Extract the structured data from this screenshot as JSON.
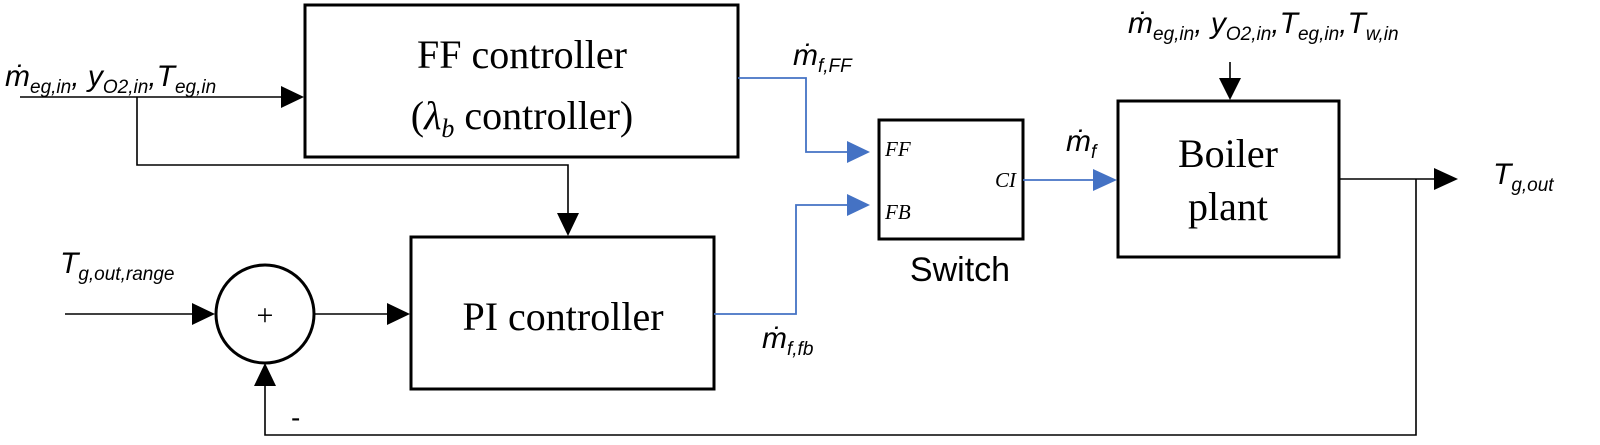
{
  "blocks": {
    "ff_controller": {
      "line1": "FF controller",
      "line2_open": "(",
      "line2_lambda": "λ",
      "line2_lambda_sub": "b",
      "line2_rest": " controller)"
    },
    "pi_controller": {
      "label": "PI controller"
    },
    "switch": {
      "label": "Switch",
      "port_ff": "FF",
      "port_fb": "FB",
      "port_out": "CI"
    },
    "boiler_plant": {
      "line1": "Boiler",
      "line2": "plant"
    },
    "summing_junction": {
      "symbol": "+",
      "minus_sign": "-"
    }
  },
  "signals": {
    "ff_inputs": {
      "m_dot": "ṁ",
      "m_sub": "eg,in",
      "sep1": ", ",
      "y": "y",
      "y_sub": "O2,in",
      "sep2": ",",
      "t": "T",
      "t_sub": "eg,in"
    },
    "plant_inputs": {
      "m_dot": "ṁ",
      "m_sub": "eg,in",
      "sep1": ", ",
      "y": "y",
      "y_sub": "O2,in",
      "sep2": ",",
      "t1": "T",
      "t1_sub": "eg,in",
      "sep3": ",",
      "t2": "T",
      "t2_sub": "w,in"
    },
    "m_f_ff": {
      "main": "ṁ",
      "sub": "f,FF"
    },
    "m_f_fb": {
      "main": "ṁ",
      "sub": "f,fb"
    },
    "m_f": {
      "main": "ṁ",
      "sub": "f"
    },
    "t_out": {
      "main": "T",
      "sub": "g,out"
    },
    "t_range": {
      "main": "T",
      "sub": "g,out,range"
    }
  },
  "colors": {
    "control_signal": "#4472c4",
    "line": "#000000"
  }
}
